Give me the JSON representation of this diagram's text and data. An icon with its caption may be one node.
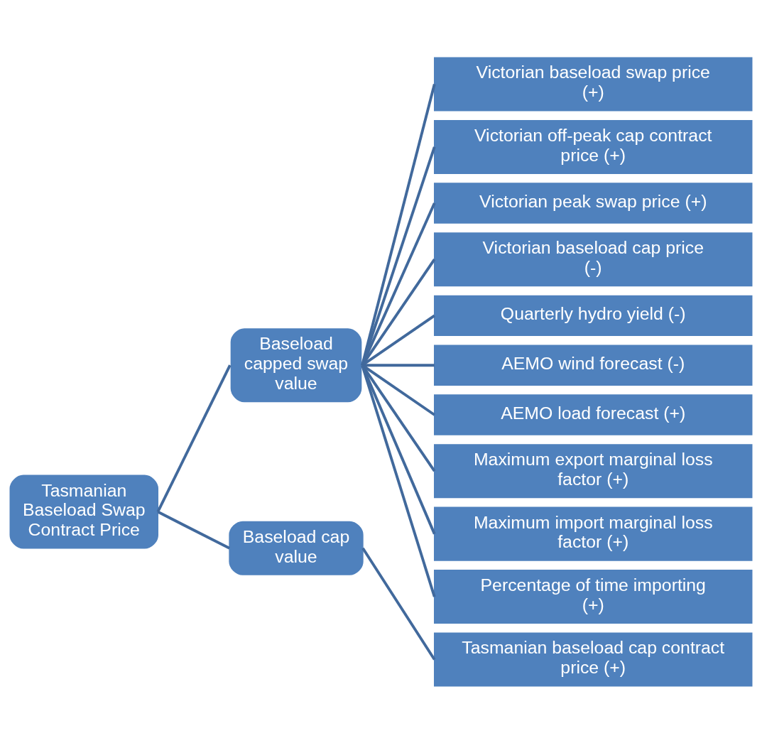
{
  "diagram": {
    "nodes": [
      {
        "text": [
          "Tasmanian Baseload Swap Contract Price"
        ]
      },
      {
        "text": [
          "Baseload capped swap value"
        ]
      },
      {
        "text": [
          "Victorian baseload swap price (+)"
        ]
      },
      {
        "text": [
          "Victorian off-peak cap contract price (+)"
        ]
      },
      {
        "text": [
          "Victorian peak swap price (+)"
        ]
      },
      {
        "text": [
          "Victorian baseload cap price (-)"
        ]
      },
      {
        "text": [
          "Quarterly hydro yield (-)"
        ]
      },
      {
        "text": [
          "AEMO wind forecast (-)"
        ]
      },
      {
        "text": [
          "AEMO load forecast (+)"
        ]
      },
      {
        "text": [
          "Maximum export marginal loss factor (+)"
        ]
      },
      {
        "text": [
          "Maximum import marginal loss factor (+)"
        ]
      },
      {
        "text": [
          "Percentage of time importing (+)"
        ]
      },
      {
        "text": [
          "Baseload cap value"
        ]
      },
      {
        "text": [
          "Tasmanian baseload cap contract price (+)"
        ]
      }
    ],
    "edges": [
      {
        "from": 0,
        "to": 1,
        "arrow": "none"
      },
      {
        "from": 0,
        "to": 12,
        "arrow": "none"
      },
      {
        "from": 1,
        "to": 2,
        "arrow": "none"
      },
      {
        "from": 1,
        "to": 3,
        "arrow": "none"
      },
      {
        "from": 1,
        "to": 4,
        "arrow": "none"
      },
      {
        "from": 1,
        "to": 5,
        "arrow": "none"
      },
      {
        "from": 1,
        "to": 6,
        "arrow": "none"
      },
      {
        "from": 1,
        "to": 7,
        "arrow": "none"
      },
      {
        "from": 1,
        "to": 8,
        "arrow": "none"
      },
      {
        "from": 1,
        "to": 9,
        "arrow": "none"
      },
      {
        "from": 1,
        "to": 10,
        "arrow": "none"
      },
      {
        "from": 1,
        "to": 11,
        "arrow": "none"
      },
      {
        "from": 12,
        "to": 13,
        "arrow": "none"
      }
    ]
  }
}
